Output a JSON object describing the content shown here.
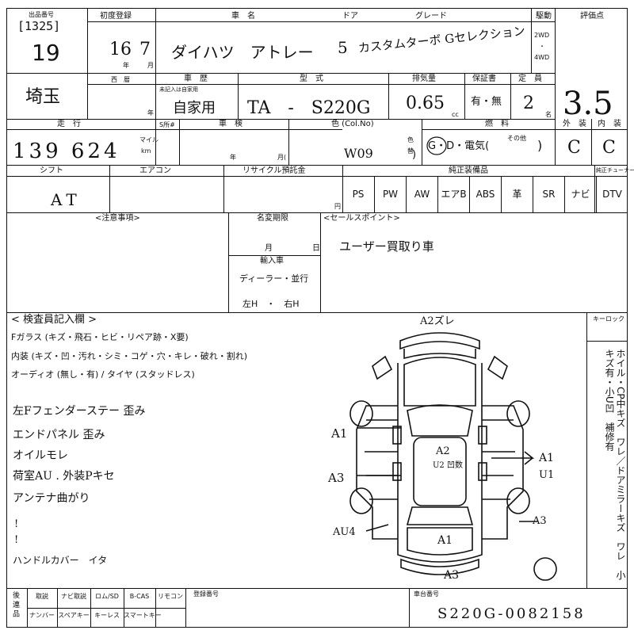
{
  "header": {
    "lot_label": "出品番号",
    "lot_code": "[1325]",
    "lot_number": "19",
    "first_reg_label": "初度登録",
    "first_reg_year": "16",
    "first_reg_month": "7",
    "year_unit": "年",
    "month_unit": "月",
    "car_name_label": "車　名",
    "car_name": "ダイハツ　アトレー",
    "door_label": "ドア",
    "doors": "5",
    "grade_label": "グレード",
    "grade": "カスタムターボ Gセレクション",
    "drive_label": "駆動",
    "drive_2wd": "2WD",
    "drive_dot": "・",
    "drive_4wd": "4WD",
    "score_label": "評価点",
    "score": "3.5"
  },
  "row2": {
    "region": "埼玉",
    "era_label": "西　暦",
    "year_unit": "年",
    "plate_type_label": "車　歴",
    "plate_type_sub": "未記入は自家用",
    "plate_type": "自家用",
    "model_label": "型　式",
    "model": "TA　-　S220G",
    "displacement_label": "排気量",
    "displacement": "0.65",
    "cc": "cc",
    "warranty_label": "保証書",
    "warranty": "有・無",
    "capacity_label": "定　員",
    "capacity": "2",
    "capacity_unit": "名"
  },
  "row3": {
    "mileage_label": "走　行",
    "mileage": "139 624",
    "mile_unit": "マイル",
    "km_unit": "km",
    "meter_label": "S所#",
    "inspection_label": "車　検",
    "inspection_year_unit": "年",
    "inspection_month_unit": "月(",
    "color_label": "色 (Col.No)",
    "color_code": "W09",
    "color_close": ")",
    "fuel_label": "燃　料",
    "fuel_color_label": "色",
    "fuel_color_sub": "替",
    "fuel_options": "G・D・電気(",
    "fuel_other": "その他",
    "fuel_close": ")",
    "exterior_label": "外　装",
    "exterior": "C",
    "interior_label": "内　装",
    "interior": "C"
  },
  "row4": {
    "shift_label": "シフト",
    "shift": "AT",
    "aircon_label": "エアコン",
    "recycle_label": "リサイクル預託金",
    "yen": "円",
    "equipment_label": "純正装備品",
    "equipment_extra_label": "純正チューナー等",
    "equipment": [
      "PS",
      "PW",
      "AW",
      "エアB",
      "ABS",
      "革",
      "SR",
      "ナビ",
      "DTV"
    ]
  },
  "notes": {
    "caution_label": "<注意事項>",
    "name_change_label": "名変期限",
    "name_change_month": "月",
    "name_change_day": "日",
    "import_label": "輸入車",
    "import_dealer": "ディーラー・並行",
    "import_steering": "左H　・　右H",
    "sales_point_label": "<セールスポイント>",
    "sales_point": "ユーザー買取り車"
  },
  "inspector": {
    "title": "< 検査員記入欄 >",
    "glass_line": "Fガラス (キズ・飛石・ヒビ・リペア跡・X要)",
    "interior_line": "内装 (キズ・凹・汚れ・シミ・コゲ・穴・キレ・破れ・割れ)",
    "audio_line": "オーディオ (無し・有) / タイヤ (スタッドレス)",
    "handwritten": [
      "左Fフェンダーステー 歪み",
      "エンドパネル 歪み",
      "オイルモレ",
      "荷室AU . 外装Pキセ",
      "アンテナ曲がり",
      "!",
      "!",
      "ハンドルカバー　イタ"
    ],
    "keylock_label": "キーロック",
    "side_note": "ホイル・CP中キズ　ワレ／ドアミラーキズ　ワレ　小キズ有・小U凹　補修有"
  },
  "diagram": {
    "top_label": "A2ズレ",
    "left_mid_label": "A1",
    "left_low_label": "A3",
    "left_bottom_label": "AU4",
    "right_mid_label": "A1",
    "right_mid_sub": "U1",
    "right_low_label": "A3",
    "center_label": "A2",
    "center_sub": "U2 凹数",
    "rear_label": "A1",
    "bottom_label": "A3"
  },
  "footer": {
    "follow_label": "後 連 品",
    "items_row1": [
      "取説",
      "ナビ取説",
      "ロム/SD",
      "B-CAS",
      "リモコン"
    ],
    "items_row2": [
      "ナンバー",
      "スペアキー",
      "キーレス",
      "スマートキー",
      ""
    ],
    "reg_number_label": "登録番号",
    "chassis_label": "車台番号",
    "chassis_number": "S220G-0082158"
  }
}
